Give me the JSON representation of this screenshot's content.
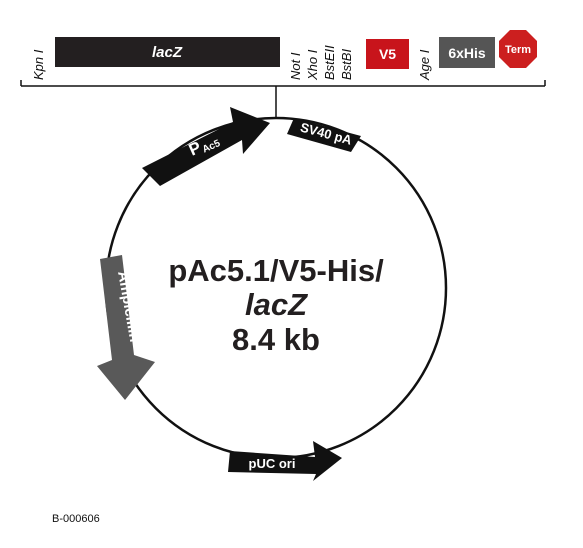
{
  "map": {
    "sites": {
      "kpn": "Kpn I",
      "not": "Not I",
      "xho": "Xho I",
      "bsteii": "BstEII",
      "bstbi": "BstBI",
      "age": "Age I"
    },
    "lacz": "lacZ",
    "v5": "V5",
    "his": "6xHis",
    "term": "Term"
  },
  "plasmid": {
    "name_line1": "pAc5.1/V5-His/",
    "name_line2": "lacZ",
    "size": "8.4 kb"
  },
  "features": {
    "pac5_p": "P",
    "pac5_sub": "Ac5",
    "sv40": "SV40 pA",
    "amp": "Ampicillin",
    "puc": "pUC ori"
  },
  "figure_id": "B-000606",
  "colors": {
    "black_box": "#231f20",
    "v5_red": "#c8141b",
    "his_gray": "#555555",
    "term_red": "#cc1f1f",
    "amp_gray": "#595959"
  }
}
